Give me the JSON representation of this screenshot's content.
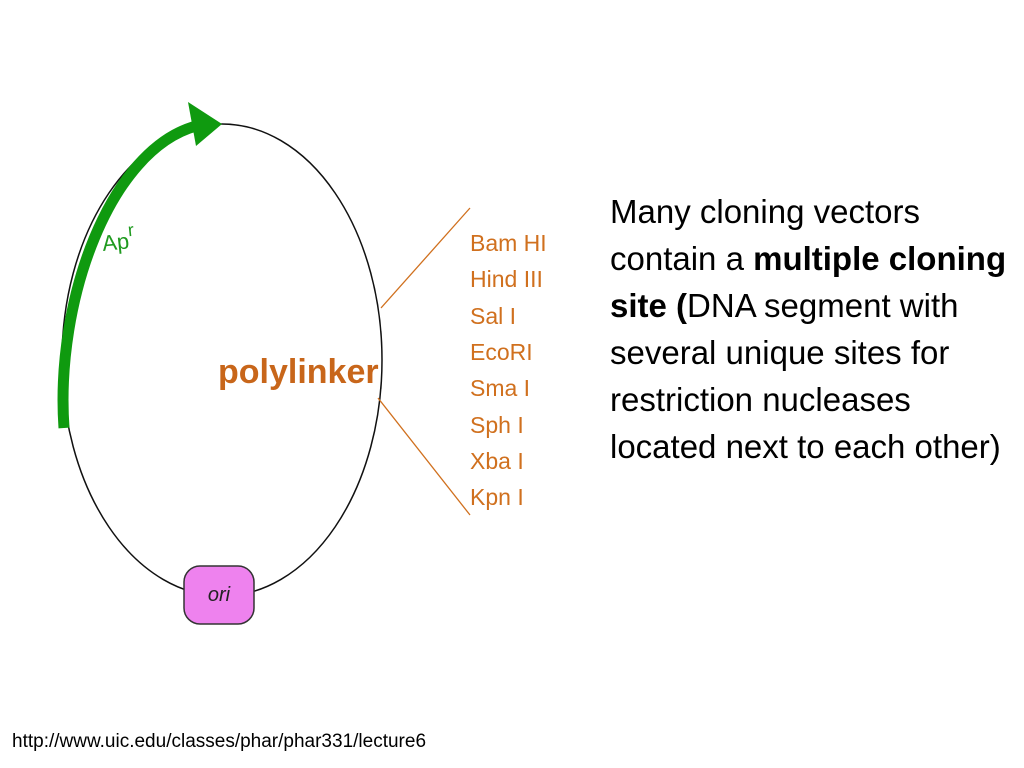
{
  "diagram": {
    "resistance_gene": "Ap",
    "resistance_superscript": "r",
    "polylinker_label": "polylinker",
    "ori_label": "ori",
    "restriction_sites": [
      "Bam HI",
      "Hind III",
      "Sal I",
      "EcoRI",
      "Sma I",
      "Sph I",
      "Xba I",
      "Kpn I"
    ],
    "colors": {
      "plasmid_ring": "#000000",
      "resistance_arrow": "#0f9a0f",
      "polylinker": "#c8661a",
      "ori_box": "#ee82ee"
    }
  },
  "description": {
    "part1": "Many cloning vectors contain a ",
    "bold": "multiple cloning site (",
    "part2": "DNA segment with several unique sites for restriction nucleases located next to each other)"
  },
  "source_url": "http://www.uic.edu/classes/phar/phar331/lecture6"
}
